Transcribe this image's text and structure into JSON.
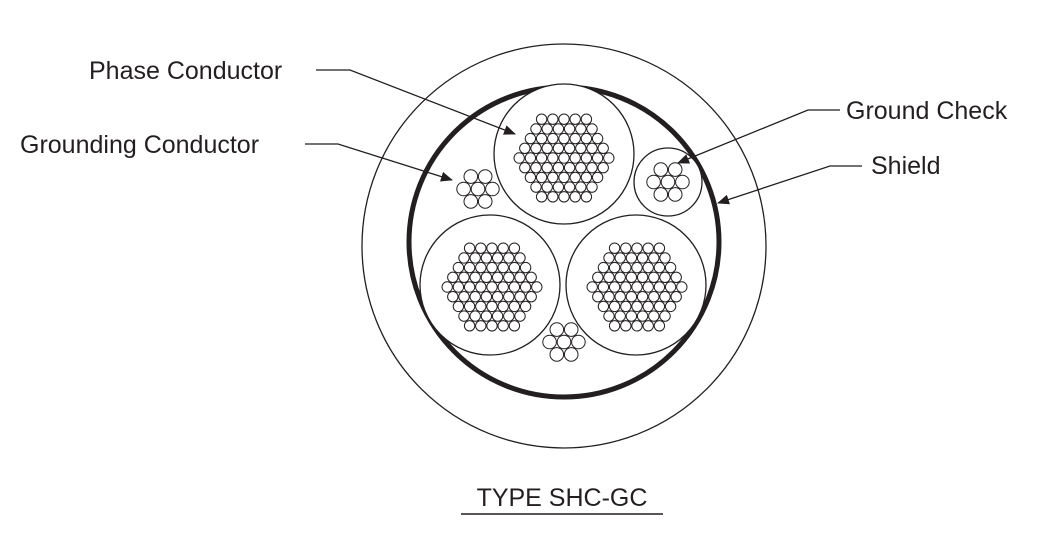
{
  "labels": {
    "phase_conductor": "Phase Conductor",
    "grounding_conductor": "Grounding Conductor",
    "ground_check": "Ground Check",
    "shield": "Shield"
  },
  "caption": "TYPE SHC-GC",
  "colors": {
    "line": "#231f20",
    "background": "#ffffff"
  }
}
